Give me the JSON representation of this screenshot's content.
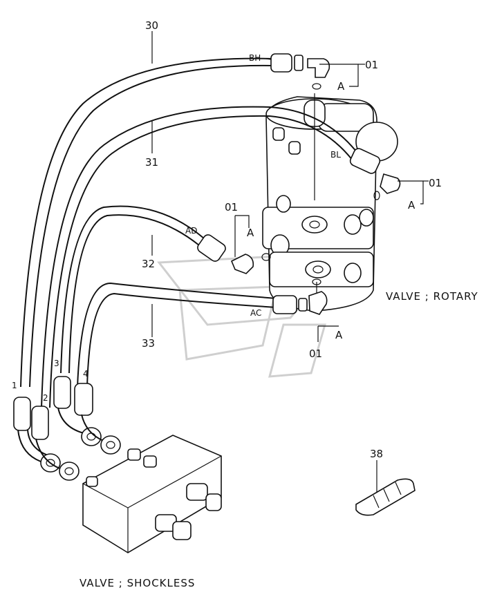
{
  "title_rotary": "VALVE ; ROTARY",
  "title_shockless": "VALVE ; SHOCKLESS",
  "callouts": {
    "p30": "30",
    "p31": "31",
    "p32": "32",
    "p33": "33",
    "p38": "38",
    "p01a": "01",
    "p01b": "01",
    "p01c": "01",
    "p01d": "01",
    "a1": "A",
    "a2": "A",
    "a3": "A",
    "a4": "A"
  },
  "ports": {
    "bh": "BH",
    "bl": "BL",
    "ad": "AD",
    "ac": "AC"
  },
  "hose_ends": {
    "h1": "1",
    "h2": "2",
    "h3": "3",
    "h4": "4"
  }
}
